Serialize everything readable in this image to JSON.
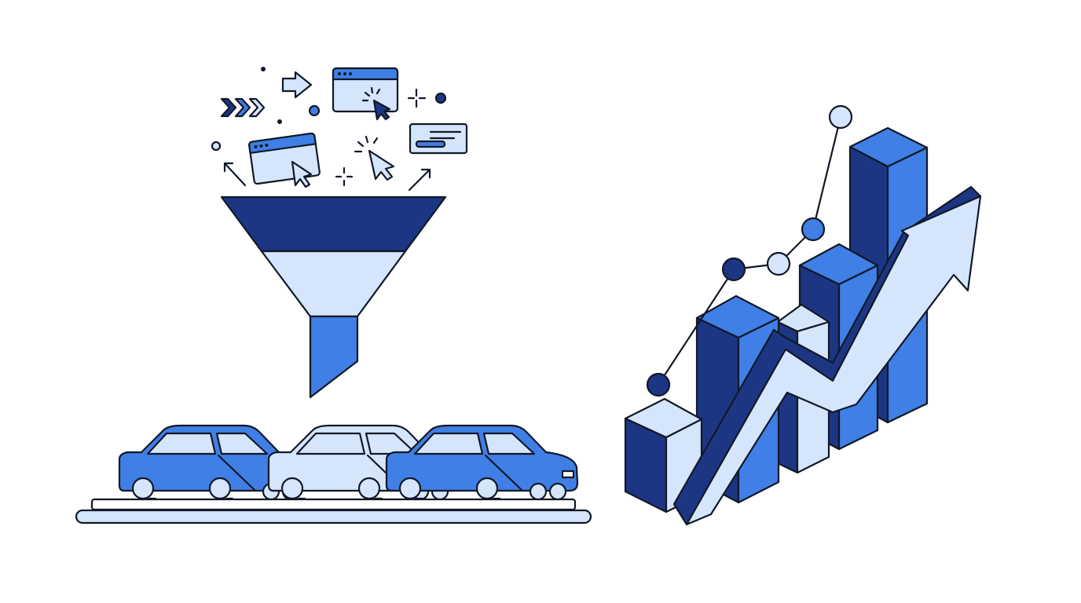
{
  "colors": {
    "dark_blue": "#1c3684",
    "mid_blue": "#3f7fe6",
    "light_blue": "#d5e5fb",
    "outline": "#111827",
    "background": "#ffffff"
  },
  "left_illustration": {
    "icons": [
      "chevrons-right-icon",
      "arrow-right-icon",
      "browser-window-icon",
      "cursor-click-icon",
      "sparkle-icon",
      "card-icon",
      "arrow-up-left-icon",
      "arrow-up-right-icon",
      "dot-icon"
    ],
    "funnel": {
      "segments": [
        "dark_blue",
        "light_blue",
        "mid_blue"
      ]
    },
    "cars": [
      {
        "color": "mid_blue"
      },
      {
        "color": "light_blue"
      },
      {
        "color": "mid_blue"
      }
    ]
  },
  "right_illustration": {
    "icons": [
      "bar-chart-3d-icon",
      "trend-arrow-icon",
      "line-graph-icon"
    ],
    "line_point_colors": [
      "dark_blue",
      "dark_blue",
      "light_blue",
      "mid_blue",
      "light_blue"
    ]
  }
}
